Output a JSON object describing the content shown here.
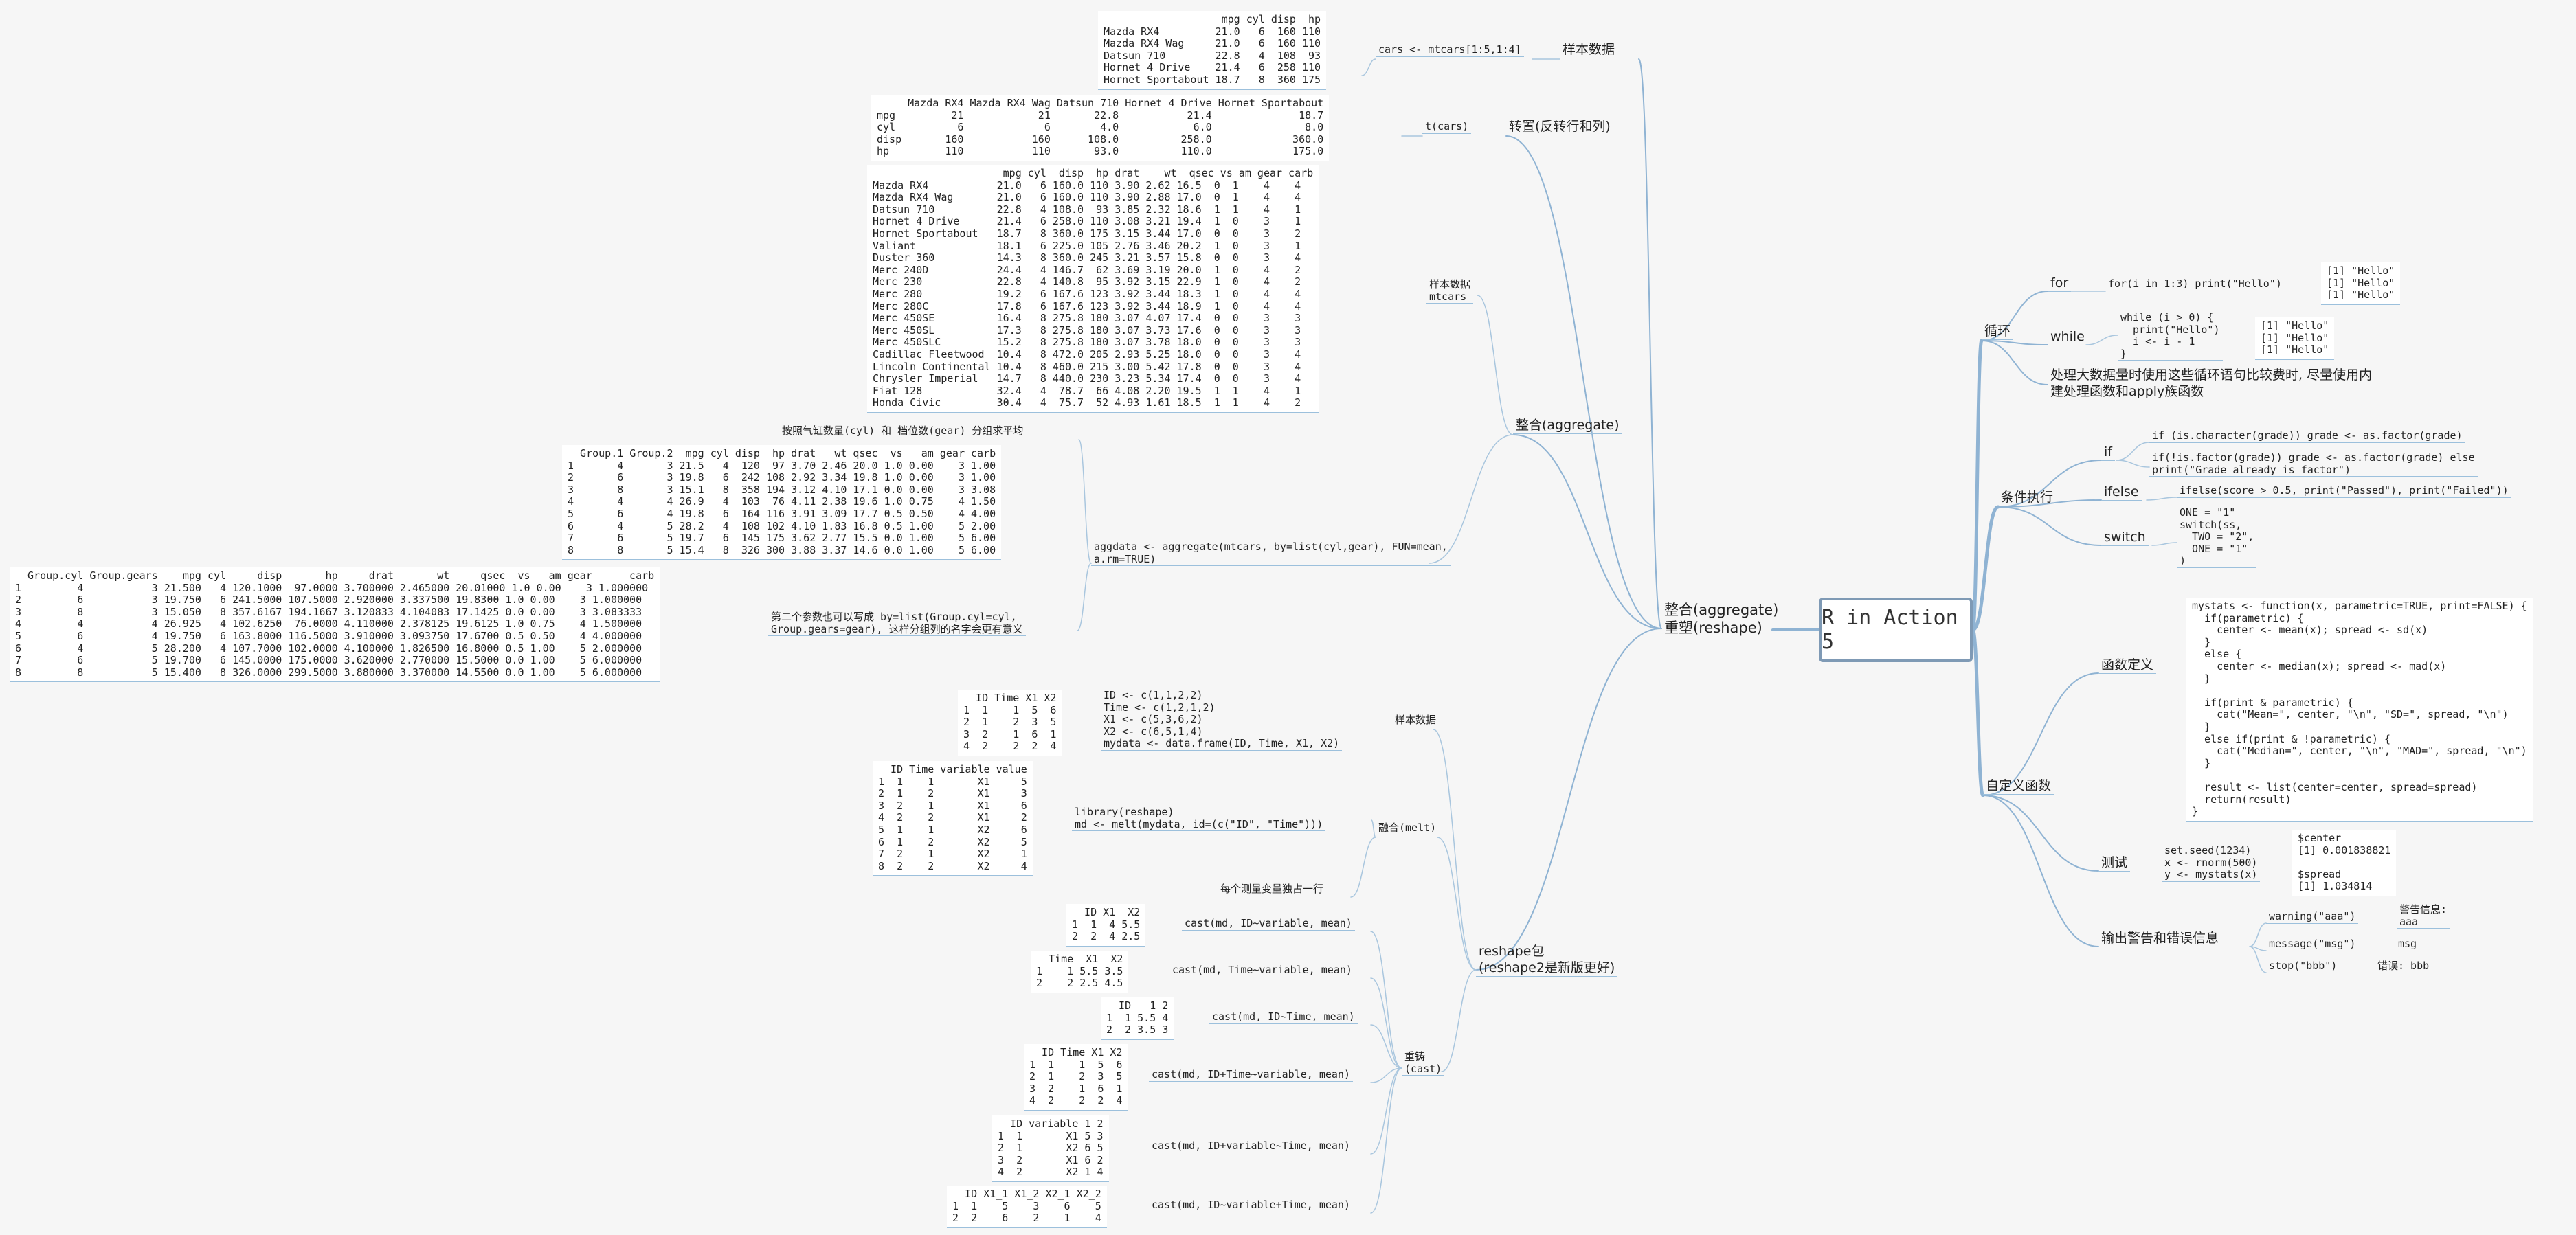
{
  "root": "R in Action 5",
  "left": {
    "group_label": "整合(aggregate)\n重塑(reshape)",
    "sample": {
      "label": "样本数据",
      "code": "cars <- mtcars[1:5,1:4]",
      "output": "                   mpg cyl disp  hp\nMazda RX4         21.0   6  160 110\nMazda RX4 Wag     21.0   6  160 110\nDatsun 710        22.8   4  108  93\nHornet 4 Drive    21.4   6  258 110\nHornet Sportabout 18.7   8  360 175"
    },
    "transpose": {
      "label": "转置(反转行和列)",
      "code": "t(cars)",
      "output": "     Mazda RX4 Mazda RX4 Wag Datsun 710 Hornet 4 Drive Hornet Sportabout\nmpg         21            21       22.8           21.4              18.7\ncyl          6             6        4.0            6.0               8.0\ndisp       160           160      108.0          258.0             360.0\nhp         110           110       93.0          110.0             175.0"
    },
    "aggregate": {
      "label": "整合(aggregate)",
      "mtcars_label": "样本数据\nmtcars",
      "mtcars_output": "                     mpg cyl  disp  hp drat    wt  qsec vs am gear carb\nMazda RX4           21.0   6 160.0 110 3.90 2.62 16.5  0  1    4    4\nMazda RX4 Wag       21.0   6 160.0 110 3.90 2.88 17.0  0  1    4    4\nDatsun 710          22.8   4 108.0  93 3.85 2.32 18.6  1  1    4    1\nHornet 4 Drive      21.4   6 258.0 110 3.08 3.21 19.4  1  0    3    1\nHornet Sportabout   18.7   8 360.0 175 3.15 3.44 17.0  0  0    3    2\nValiant             18.1   6 225.0 105 2.76 3.46 20.2  1  0    3    1\nDuster 360          14.3   8 360.0 245 3.21 3.57 15.8  0  0    3    4\nMerc 240D           24.4   4 146.7  62 3.69 3.19 20.0  1  0    4    2\nMerc 230            22.8   4 140.8  95 3.92 3.15 22.9  1  0    4    2\nMerc 280            19.2   6 167.6 123 3.92 3.44 18.3  1  0    4    4\nMerc 280C           17.8   6 167.6 123 3.92 3.44 18.9  1  0    4    4\nMerc 450SE          16.4   8 275.8 180 3.07 4.07 17.4  0  0    3    3\nMerc 450SL          17.3   8 275.8 180 3.07 3.73 17.6  0  0    3    3\nMerc 450SLC         15.2   8 275.8 180 3.07 3.78 18.0  0  0    3    3\nCadillac Fleetwood  10.4   8 472.0 205 2.93 5.25 18.0  0  0    3    4\nLincoln Continental 10.4   8 460.0 215 3.00 5.42 17.8  0  0    3    4\nChrysler Imperial   14.7   8 440.0 230 3.23 5.34 17.4  0  0    3    4\nFiat 128            32.4   4  78.7  66 4.08 2.20 19.5  1  1    4    1\nHonda Civic         30.4   4  75.7  52 4.93 1.61 18.5  1  1    4    2",
      "code": "aggdata <- aggregate(mtcars, by=list(cyl,gear), FUN=mean,\na.rm=TRUE)",
      "note1": "按照气缸数量(cyl) 和 档位数(gear) 分组求平均",
      "output1": "  Group.1 Group.2  mpg cyl disp  hp drat   wt qsec  vs   am gear carb\n1       4       3 21.5   4  120  97 3.70 2.46 20.0 1.0 0.00    3 1.00\n2       6       3 19.8   6  242 108 2.92 3.34 19.8 1.0 0.00    3 1.00\n3       8       3 15.1   8  358 194 3.12 4.10 17.1 0.0 0.00    3 3.08\n4       4       4 26.9   4  103  76 4.11 2.38 19.6 1.0 0.75    4 1.50\n5       6       4 19.8   6  164 116 3.91 3.09 17.7 0.5 0.50    4 4.00\n6       4       5 28.2   4  108 102 4.10 1.83 16.8 0.5 1.00    5 2.00\n7       6       5 19.7   6  145 175 3.62 2.77 15.5 0.0 1.00    5 6.00\n8       8       5 15.4   8  326 300 3.88 3.37 14.6 0.0 1.00    5 6.00",
      "note2": "第二个参数也可以写成 by=list(Group.cyl=cyl,\nGroup.gears=gear), 这样分组列的名字会更有意义",
      "output2": "  Group.cyl Group.gears    mpg cyl     disp       hp     drat       wt     qsec  vs   am gear      carb\n1         4           3 21.500   4 120.1000  97.0000 3.700000 2.465000 20.01000 1.0 0.00    3 1.000000\n2         6           3 19.750   6 241.5000 107.5000 2.920000 3.337500 19.8300 1.0 0.00    3 1.000000\n3         8           3 15.050   8 357.6167 194.1667 3.120833 4.104083 17.1425 0.0 0.00    3 3.083333\n4         4           4 26.925   4 102.6250  76.0000 4.110000 2.378125 19.6125 1.0 0.75    4 1.500000\n5         6           4 19.750   6 163.8000 116.5000 3.910000 3.093750 17.6700 0.5 0.50    4 4.000000\n6         4           5 28.200   4 107.7000 102.0000 4.100000 1.826500 16.8000 0.5 1.00    5 2.000000\n7         6           5 19.700   6 145.0000 175.0000 3.620000 2.770000 15.5000 0.0 1.00    5 6.000000\n8         8           5 15.400   8 326.0000 299.5000 3.880000 3.370000 14.5500 0.0 1.00    5 6.000000"
    },
    "reshape": {
      "label": "reshape包\n(reshape2是新版更好)",
      "sample_label": "样本数据",
      "sample_code": "ID <- c(1,1,2,2)\nTime <- c(1,2,1,2)\nX1 <- c(5,3,6,2)\nX2 <- c(6,5,1,4)\nmydata <- data.frame(ID, Time, X1, X2)",
      "sample_output": "  ID Time X1 X2\n1  1    1  5  6\n2  1    2  3  5\n3  2    1  6  1\n4  2    2  2  4",
      "melt_label": "融合(melt)",
      "melt_code": "library(reshape)\nmd <- melt(mydata, id=(c(\"ID\", \"Time\")))",
      "melt_output": "  ID Time variable value\n1  1    1       X1     5\n2  1    2       X1     3\n3  2    1       X1     6\n4  2    2       X1     2\n5  1    1       X2     6\n6  1    2       X2     5\n7  2    1       X2     1\n8  2    2       X2     4",
      "melt_note": "每个测量变量独占一行",
      "cast_label": "重铸\n(cast)",
      "casts": [
        {
          "code": "cast(md, ID~variable, mean)",
          "output": "  ID X1  X2\n1  1  4 5.5\n2  2  4 2.5"
        },
        {
          "code": "cast(md, Time~variable, mean)",
          "output": "  Time  X1  X2\n1    1 5.5 3.5\n2    2 2.5 4.5"
        },
        {
          "code": "cast(md, ID~Time, mean)",
          "output": "  ID   1 2\n1  1 5.5 4\n2  2 3.5 3"
        },
        {
          "code": "cast(md, ID+Time~variable, mean)",
          "output": "  ID Time X1 X2\n1  1    1  5  6\n2  1    2  3  5\n3  2    1  6  1\n4  2    2  2  4"
        },
        {
          "code": "cast(md, ID+variable~Time, mean)",
          "output": "  ID variable 1 2\n1  1       X1 5 3\n2  1       X2 6 5\n3  2       X1 6 2\n4  2       X2 1 4"
        },
        {
          "code": "cast(md, ID~variable+Time, mean)",
          "output": "  ID X1_1 X1_2 X2_1 X2_2\n1  1    5    3    6    5\n2  2    6    2    1    4"
        }
      ]
    }
  },
  "right": {
    "loops": {
      "label": "循环",
      "for_label": "for",
      "for_code": "for(i in 1:3) print(\"Hello\")",
      "for_output": "[1] \"Hello\"\n[1] \"Hello\"\n[1] \"Hello\"",
      "while_label": "while",
      "while_code": "while (i > 0) {\n  print(\"Hello\")\n  i <- i - 1\n}",
      "while_output": "[1] \"Hello\"\n[1] \"Hello\"\n[1] \"Hello\"",
      "note": "处理大数据量时使用这些循环语句比较费时, 尽量使用内\n建处理函数和apply族函数"
    },
    "conditional": {
      "label": "条件执行",
      "if_label": "if",
      "if_code1": "if (is.character(grade)) grade <- as.factor(grade)",
      "if_code2": "if(!is.factor(grade)) grade <- as.factor(grade) else\nprint(\"Grade already is factor\")",
      "ifelse_label": "ifelse",
      "ifelse_code": "ifelse(score > 0.5, print(\"Passed\"), print(\"Failed\"))",
      "switch_label": "switch",
      "switch_code": "ONE = \"1\"\nswitch(ss,\n  TWO = \"2\",\n  ONE = \"1\"\n)"
    },
    "custom": {
      "label": "自定义函数",
      "def_label": "函数定义",
      "def_code": "mystats <- function(x, parametric=TRUE, print=FALSE) {\n  if(parametric) {\n    center <- mean(x); spread <- sd(x)\n  }\n  else {\n    center <- median(x); spread <- mad(x)\n  }\n\n  if(print & parametric) {\n    cat(\"Mean=\", center, \"\\n\", \"SD=\", spread, \"\\n\")\n  }\n  else if(print & !parametric) {\n    cat(\"Median=\", center, \"\\n\", \"MAD=\", spread, \"\\n\")\n  }\n\n  result <- list(center=center, spread=spread)\n  return(result)\n}",
      "test_label": "测试",
      "test_code": "set.seed(1234)\nx <- rnorm(500)\ny <- mystats(x)",
      "test_output": "$center\n[1] 0.001838821\n\n$spread\n[1] 1.034814",
      "msg_label": "输出警告和错误信息",
      "warning_code": "warning(\"aaa\")",
      "warning_output": "警告信息:\naaa",
      "message_code": "message(\"msg\")",
      "message_output": "msg",
      "stop_code": "stop(\"bbb\")",
      "stop_output": "错误: bbb"
    }
  },
  "colors": {
    "link_main": "#8fb3d3",
    "link_thin": "#a9c6de",
    "root_border": "#7f9ab5"
  }
}
